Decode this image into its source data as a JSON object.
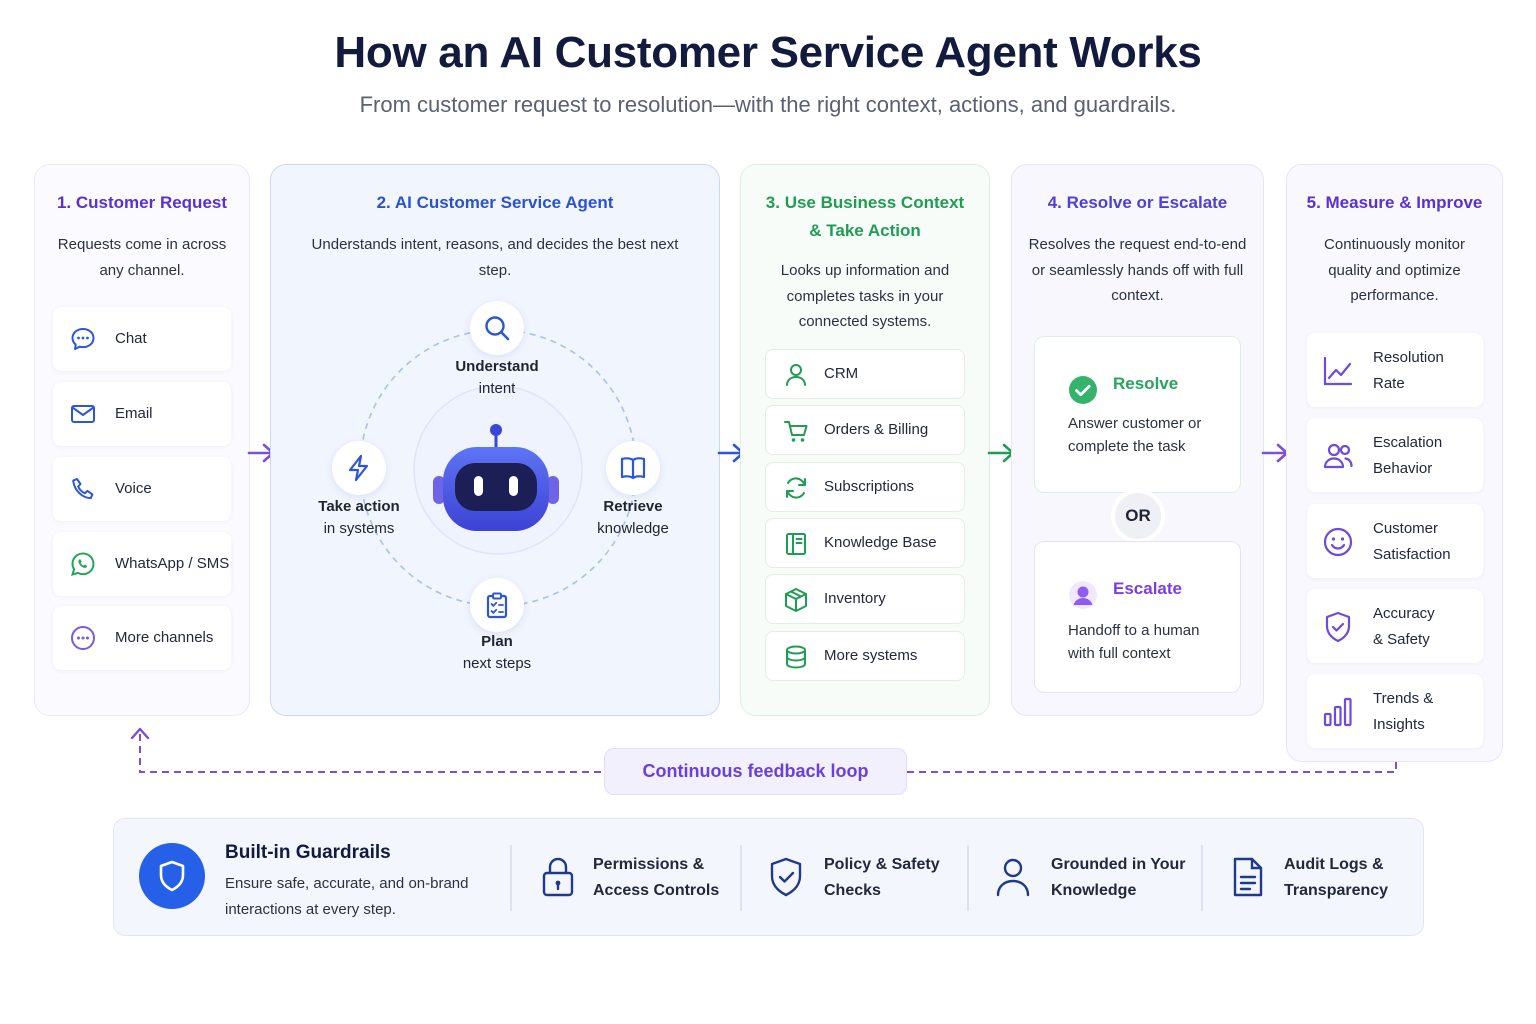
{
  "header": {
    "title": "How an AI Customer Service Agent Works",
    "subtitle": "From customer request to resolution—with the right context, actions, and guardrails."
  },
  "colors": {
    "purple": "#6a3fe0",
    "blue": "#2c56d8",
    "green": "#1f9d55",
    "navy": "#121a3d"
  },
  "step1": {
    "title": "1. Customer Request",
    "desc": "Requests come in across any channel.",
    "channels": [
      {
        "label": "Chat",
        "icon": "chat-bubble-icon"
      },
      {
        "label": "Email",
        "icon": "envelope-icon"
      },
      {
        "label": "Voice",
        "icon": "phone-icon"
      },
      {
        "label": "WhatsApp / SMS",
        "icon": "whatsapp-icon"
      },
      {
        "label": "More channels",
        "icon": "more-dots-icon"
      }
    ]
  },
  "step2": {
    "title": "2. AI Customer Service Agent",
    "desc": "Understands intent, reasons, and decides the best next step.",
    "nodes": {
      "understand": {
        "line1": "Understand",
        "line2": "intent",
        "icon": "search-icon"
      },
      "retrieve": {
        "line1": "Retrieve",
        "line2": "knowledge",
        "icon": "book-icon"
      },
      "plan": {
        "line1": "Plan",
        "line2": "next steps",
        "icon": "clipboard-icon"
      },
      "action": {
        "line1": "Take action",
        "line2": "in systems",
        "icon": "lightning-icon"
      }
    }
  },
  "step3": {
    "title_line1": "3. Use Business Context",
    "title_line2": "& Take Action",
    "desc": "Looks up information and completes tasks in your connected systems.",
    "systems": [
      {
        "label": "CRM",
        "icon": "user-icon"
      },
      {
        "label": "Orders & Billing",
        "icon": "cart-icon"
      },
      {
        "label": "Subscriptions",
        "icon": "refresh-icon"
      },
      {
        "label": "Knowledge Base",
        "icon": "book-icon"
      },
      {
        "label": "Inventory",
        "icon": "box-icon"
      },
      {
        "label": "More systems",
        "icon": "database-icon"
      }
    ]
  },
  "step4": {
    "title": "4. Resolve or Escalate",
    "desc": "Resolves the request end-to-end or seamlessly hands off with full context.",
    "resolve": {
      "title": "Resolve",
      "text": "Answer customer or complete the task"
    },
    "or": "OR",
    "escalate": {
      "title": "Escalate",
      "text": "Handoff to a human with full context"
    }
  },
  "step5": {
    "title": "5. Measure & Improve",
    "desc": "Continuously monitor quality and optimize performance.",
    "metrics": [
      {
        "line1": "Resolution",
        "line2": "Rate",
        "icon": "line-chart-icon"
      },
      {
        "line1": "Escalation",
        "line2": "Behavior",
        "icon": "users-icon"
      },
      {
        "line1": "Customer",
        "line2": "Satisfaction",
        "icon": "smiley-icon"
      },
      {
        "line1": "Accuracy",
        "line2": "& Safety",
        "icon": "shield-check-icon"
      },
      {
        "line1": "Trends &",
        "line2": "Insights",
        "icon": "bar-chart-icon"
      }
    ]
  },
  "feedback": {
    "label": "Continuous feedback loop"
  },
  "guardrails": {
    "title": "Built-in Guardrails",
    "desc_line1": "Ensure safe, accurate, and on-brand",
    "desc_line2": "interactions at every step.",
    "items": [
      {
        "line1": "Permissions &",
        "line2": "Access Controls",
        "icon": "lock-icon"
      },
      {
        "line1": "Policy & Safety",
        "line2": "Checks",
        "icon": "shield-check-icon"
      },
      {
        "line1": "Grounded in Your",
        "line2": "Knowledge",
        "icon": "person-icon"
      },
      {
        "line1": "Audit Logs &",
        "line2": "Transparency",
        "icon": "document-icon"
      }
    ]
  }
}
